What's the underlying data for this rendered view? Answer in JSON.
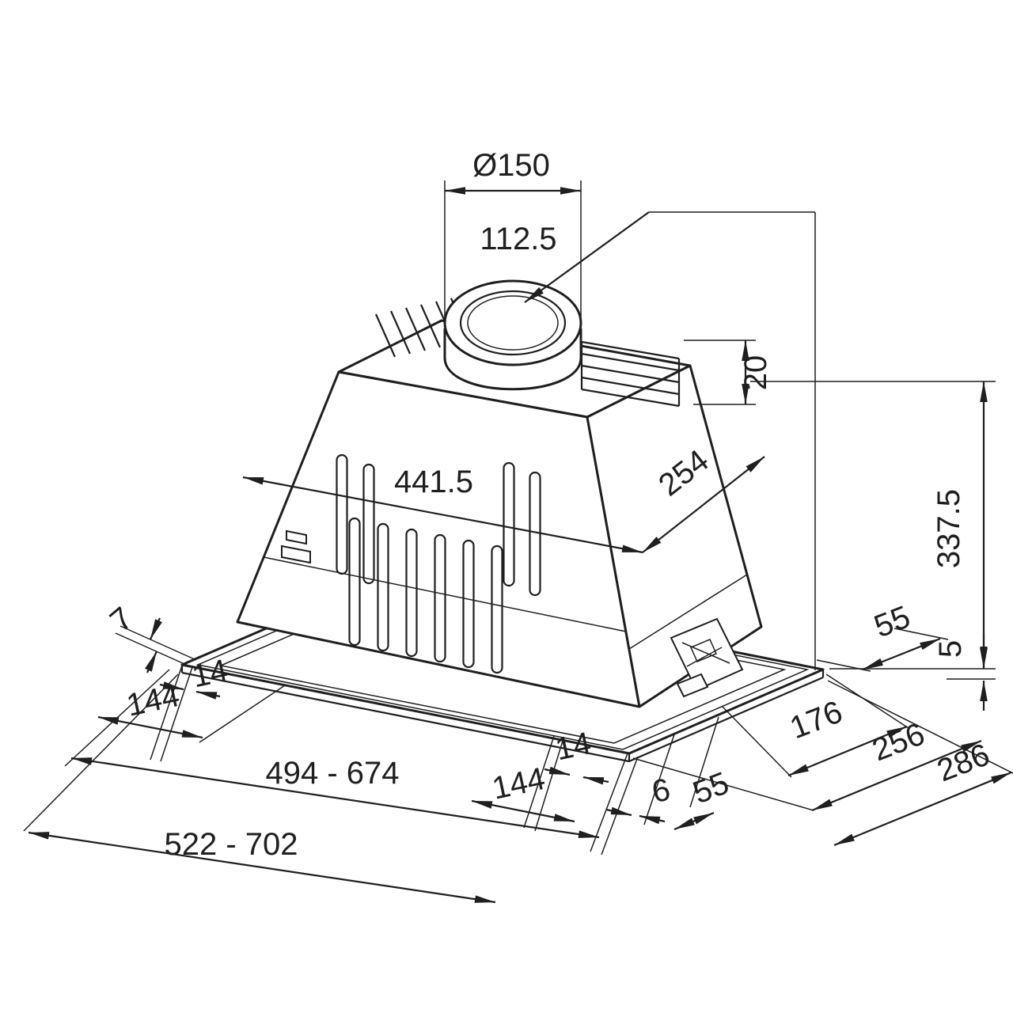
{
  "drawing": {
    "kind": "technical dimension drawing",
    "line_color": "#1f1f1f",
    "background_color": "#ffffff"
  },
  "dims": {
    "duct_diameter": "Ø150",
    "duct_center_offset": "112.5",
    "collar_height": "20",
    "filter_width": "441.5",
    "body_depth": "254",
    "total_height": "337.5",
    "flange_height": "5",
    "right_edge_offset": "55",
    "left_lip": "7",
    "left_inset_small": "14",
    "left_inset": "144",
    "cutout_width": "494 - 674",
    "front_inset_small": "14",
    "front_inset": "144",
    "front_gap": "6",
    "front_offset": "55",
    "depth_front": "176",
    "depth_mid": "256",
    "depth_total": "286",
    "overall_width": "522 - 702"
  }
}
